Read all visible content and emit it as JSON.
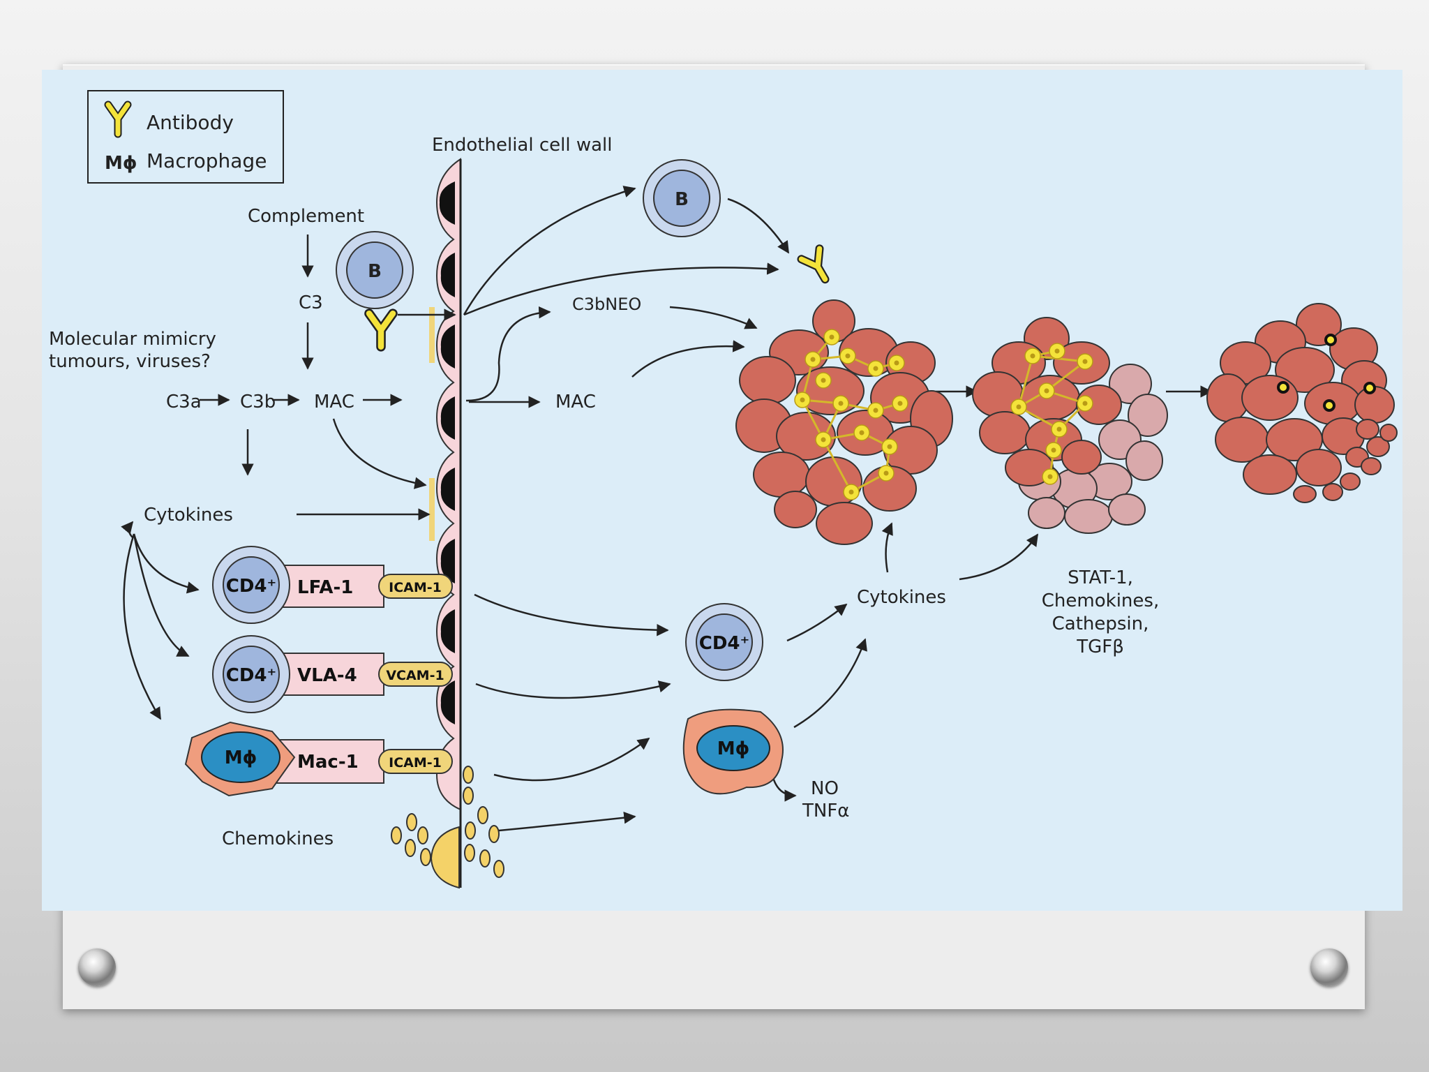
{
  "legend": {
    "antibody": "Antibody",
    "macrophage_symbol": "Mϕ",
    "macrophage": "Macrophage"
  },
  "labels": {
    "endothelial_wall": "Endothelial cell wall",
    "complement": "Complement",
    "c3": "C3",
    "mimicry_line1": "Molecular mimicry",
    "mimicry_line2": "tumours, viruses?",
    "c3a": "C3a",
    "c3b": "C3b",
    "mac_left": "MAC",
    "mac_right": "MAC",
    "c3bneo": "C3bNEO",
    "cytokines_left": "Cytokines",
    "cytokines_right": "Cytokines",
    "chemokines": "Chemokines",
    "no": "NO",
    "tnfa": "TNFα",
    "stat_line1": "STAT-1,",
    "stat_line2": "Chemokines,",
    "stat_line3": "Cathepsin,",
    "stat_line4": "TGFβ"
  },
  "cells": {
    "b_cell": "B",
    "cd4": "CD4⁺",
    "macrophage": "Mϕ"
  },
  "adhesion": {
    "row1": {
      "ligand": "LFA-1",
      "receptor": "ICAM-1"
    },
    "row2": {
      "ligand": "VLA-4",
      "receptor": "VCAM-1"
    },
    "row3": {
      "ligand": "Mac-1",
      "receptor": "ICAM-1"
    }
  },
  "colors": {
    "panel_bg": "#dcedf8",
    "wall_fill": "#f7d5da",
    "b_cell": "#9fb6dd",
    "macrophage_core": "#2b8fc4",
    "macrophage_halo": "#ef9d7e",
    "islet_cell": "#d06a5c",
    "antibody": "#f4e33a",
    "faded_cell": "#d9a9ab"
  }
}
